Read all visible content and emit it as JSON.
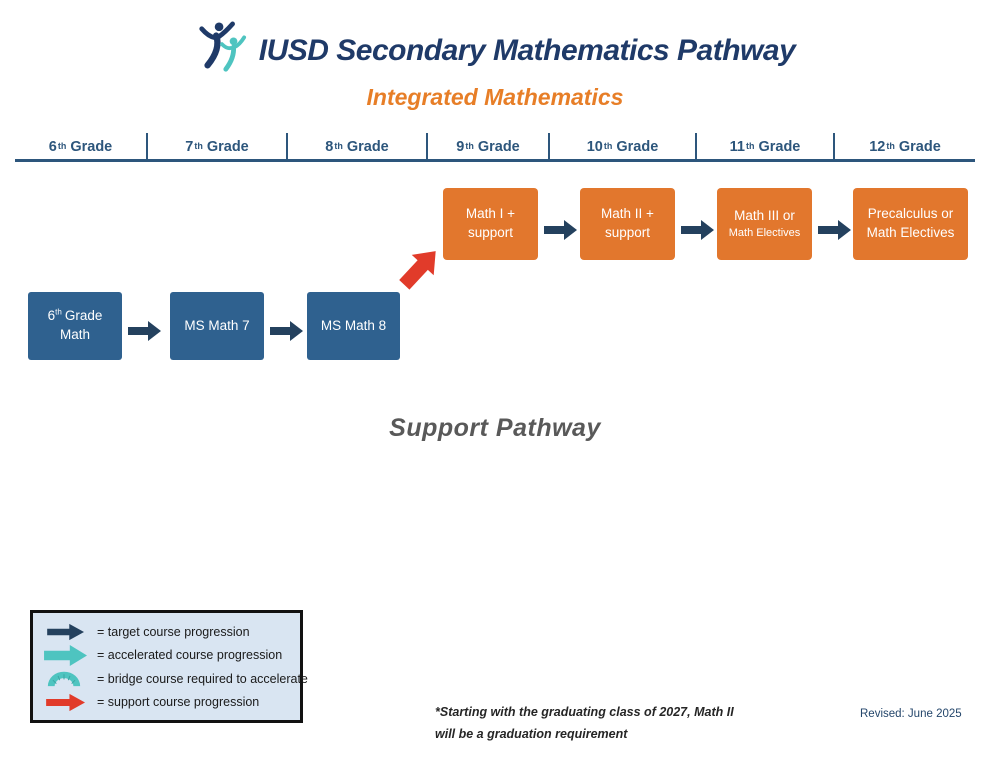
{
  "header": {
    "title": "IUSD Secondary Mathematics Pathway",
    "subtitle": "Integrated Mathematics"
  },
  "grades": [
    {
      "num": "6",
      "sup": "th",
      "word": "Grade"
    },
    {
      "num": "7",
      "sup": "th",
      "word": "Grade"
    },
    {
      "num": "8",
      "sup": "th",
      "word": "Grade"
    },
    {
      "num": "9",
      "sup": "th",
      "word": "Grade"
    },
    {
      "num": "10",
      "sup": "th",
      "word": "Grade"
    },
    {
      "num": "11",
      "sup": "th",
      "word": "Grade"
    },
    {
      "num": "12",
      "sup": "th",
      "word": "Grade"
    }
  ],
  "section_title": "Support Pathway",
  "courses": {
    "hs": [
      {
        "line1": "Math I +",
        "line2": "support"
      },
      {
        "line1": "Math II +",
        "line2": "support"
      },
      {
        "line1": "Math III or",
        "line2": "Math Electives"
      },
      {
        "line1": "Precalculus or",
        "line2": "Math Electives"
      }
    ],
    "ms": [
      {
        "num": "6",
        "sup": "th",
        "rest": "Grade",
        "line2": "Math"
      },
      {
        "label": "MS Math 7"
      },
      {
        "label": "MS Math 8"
      }
    ]
  },
  "legend": {
    "items": [
      {
        "icon": "target-arrow",
        "text": "= target course progression"
      },
      {
        "icon": "accelerated-arrow",
        "text": "= accelerated course progression"
      },
      {
        "icon": "bridge-arc",
        "text": "= bridge course required to accelerate"
      },
      {
        "icon": "support-arrow",
        "text": "= support course progression"
      }
    ]
  },
  "footnote": "*Starting with the graduating class of 2027,  Math II will be a graduation requirement",
  "revised": "Revised: June 2025",
  "colors": {
    "navy_arrow": "#24415E",
    "title_navy": "#1F3A68",
    "teal": "#4EC4C0",
    "teal_dark": "#3AA7A4",
    "red": "#E13B2A",
    "orange_box": "#E2772D",
    "blue_box": "#2F618F",
    "legend_bg": "#D9E5F2"
  }
}
